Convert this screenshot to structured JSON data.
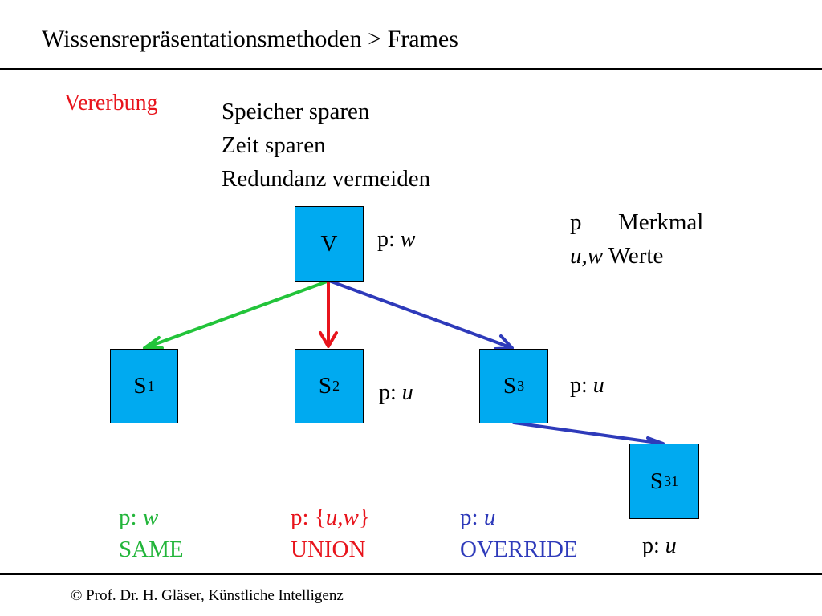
{
  "slide": {
    "title": "Wissensrepräsentationsmethoden > Frames",
    "footer": "© Prof. Dr. H. Gläser, Künstliche Intelligenz"
  },
  "section": {
    "heading": "Vererbung",
    "goals": [
      "Speicher sparen",
      "Zeit sparen",
      "Redundanz vermeiden"
    ]
  },
  "legend": {
    "p_symbol": "p",
    "p_meaning": "Merkmal",
    "uw_symbol": "u,w",
    "uw_meaning": "Werte"
  },
  "nodes": {
    "v": {
      "label": "V",
      "sub": "",
      "prop": "p:",
      "value": "w"
    },
    "s1": {
      "label": "S",
      "sub": "1"
    },
    "s2": {
      "label": "S",
      "sub": "2",
      "prop": "p:",
      "value": "u"
    },
    "s3": {
      "label": "S",
      "sub": "3",
      "prop": "p:",
      "value": "u"
    },
    "s31": {
      "label": "S",
      "sub": "31",
      "prop": "p:",
      "value": "u"
    }
  },
  "edges": [
    {
      "from": "V",
      "to": "S1",
      "color": "#22c43a"
    },
    {
      "from": "V",
      "to": "S2",
      "color": "#e8141c"
    },
    {
      "from": "V",
      "to": "S3",
      "color": "#2e3aba"
    },
    {
      "from": "S3",
      "to": "S31",
      "color": "#2e3aba"
    }
  ],
  "modes": {
    "same": {
      "prop": "p:",
      "value": "w",
      "name": "SAME",
      "color": "#22b53a"
    },
    "union": {
      "prop": "p:",
      "value_open": "{",
      "value": "u,w",
      "value_close": "}",
      "name": "UNION",
      "color": "#e8141c"
    },
    "override": {
      "prop": "p:",
      "value": "u",
      "name": "OVERRIDE",
      "color": "#2e3aba"
    }
  }
}
